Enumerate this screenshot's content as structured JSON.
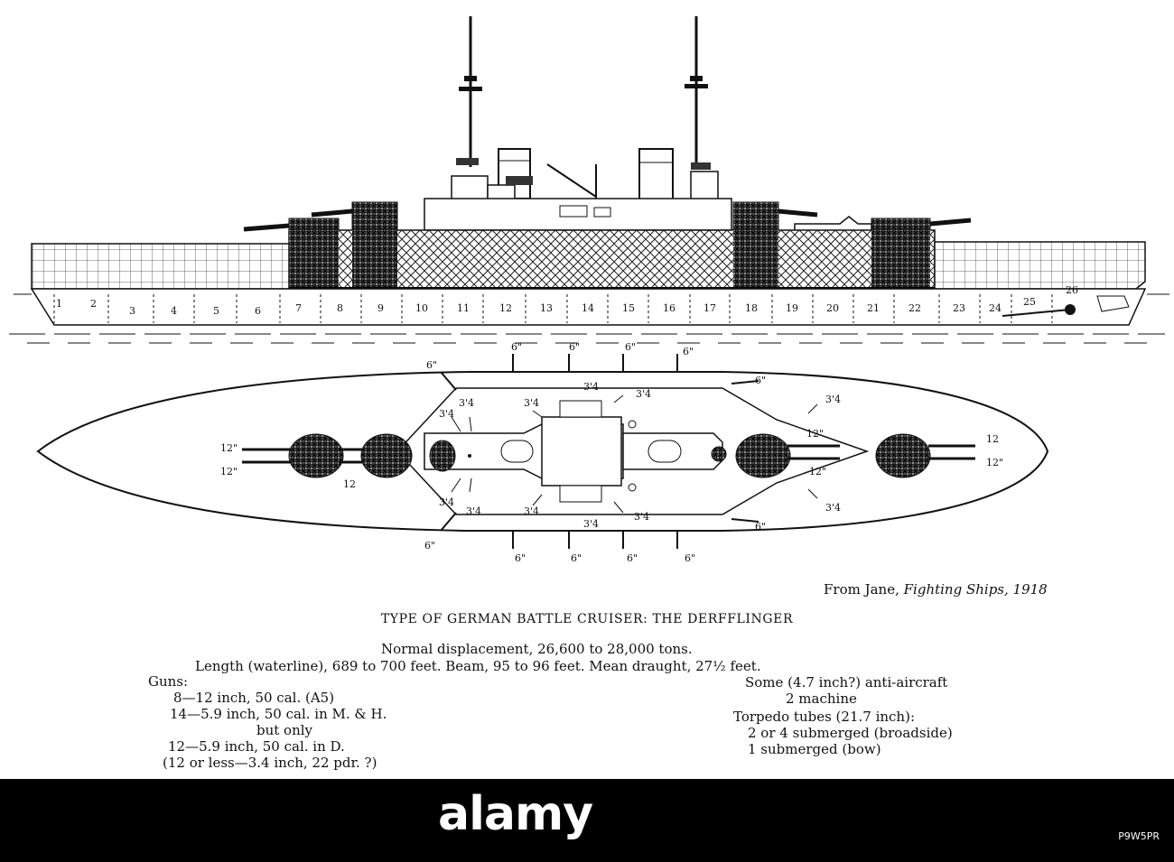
{
  "profile_numbers": [
    "1",
    "2",
    "3",
    "4",
    "5",
    "6",
    "7",
    "8",
    "9",
    "10",
    "11",
    "12",
    "13",
    "14",
    "15",
    "16",
    "17",
    "18",
    "19",
    "20",
    "21",
    "22",
    "23",
    "24",
    "25",
    "26"
  ],
  "plan_labels": {
    "six_inch": "6\"",
    "twelve_inch": "12\"",
    "twelve_plain": "12",
    "three_four": "3'4"
  },
  "credit": {
    "prefix": "From Jane, ",
    "italic": "Fighting Ships, 1918"
  },
  "title": "TYPE OF GERMAN BATTLE CRUISER: THE DERFFLINGER",
  "specs": {
    "displacement": "Normal displacement, 26,600 to 28,000 tons.",
    "dimensions": "Length (waterline), 689 to 700 feet.   Beam, 95 to 96 feet.   Mean draught, 27½ feet.",
    "guns_heading": "Guns:",
    "guns": [
      "8—12 inch, 50 cal. (A5)",
      "14—5.9 inch, 50 cal. in M. & H.",
      "but only",
      "12—5.9 inch, 50 cal. in D.",
      "(12 or less—3.4 inch, 22 pdr. ?)"
    ],
    "right_col": [
      "Some (4.7 inch?) anti-aircraft",
      "2 machine",
      "Torpedo tubes (21.7 inch):",
      "2 or 4 submerged (broadside)",
      "1 submerged (bow)"
    ]
  },
  "watermark": {
    "brand": "alamy",
    "image_id": "P9W5PR"
  }
}
